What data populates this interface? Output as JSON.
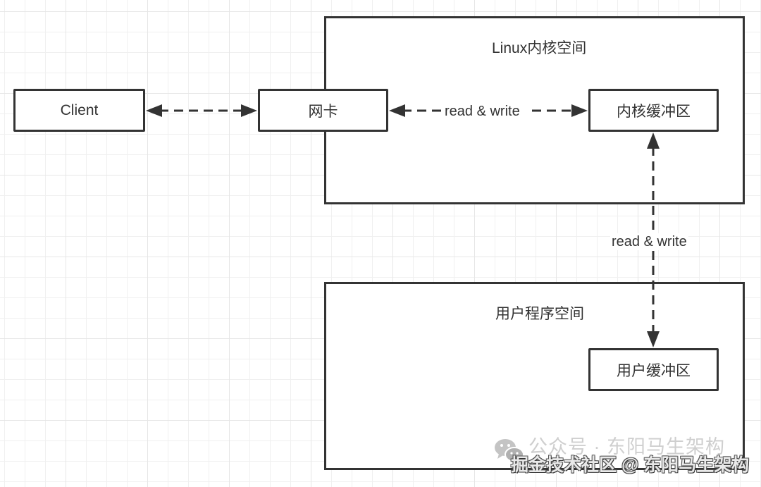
{
  "diagram": {
    "nodes": {
      "client": "Client",
      "nic": "网卡",
      "kernel_buffer": "内核缓冲区",
      "user_buffer": "用户缓冲区"
    },
    "containers": {
      "kernel_space": "Linux内核空间",
      "user_space": "用户程序空间"
    },
    "edges": [
      {
        "from": "Client",
        "to": "网卡",
        "style": "dashed",
        "direction": "both",
        "label": ""
      },
      {
        "from": "网卡",
        "to": "内核缓冲区",
        "style": "dashed",
        "direction": "both",
        "label": "read & write"
      },
      {
        "from": "内核缓冲区",
        "to": "用户缓冲区",
        "style": "dashed",
        "direction": "both",
        "label": "read & write"
      }
    ],
    "edge_labels": {
      "nic_kernel": "read & write",
      "kernel_user": "read & write"
    }
  },
  "watermark": {
    "faint_text": "公众号 · 东阳马生架构",
    "main_text": "掘金技术社区 @ 东阳马生架构",
    "icon": "wechat-icon"
  },
  "colors": {
    "stroke": "#333333",
    "grid_minor": "#f0f0f0",
    "grid_major": "#e6e6e6",
    "background": "#ffffff"
  }
}
